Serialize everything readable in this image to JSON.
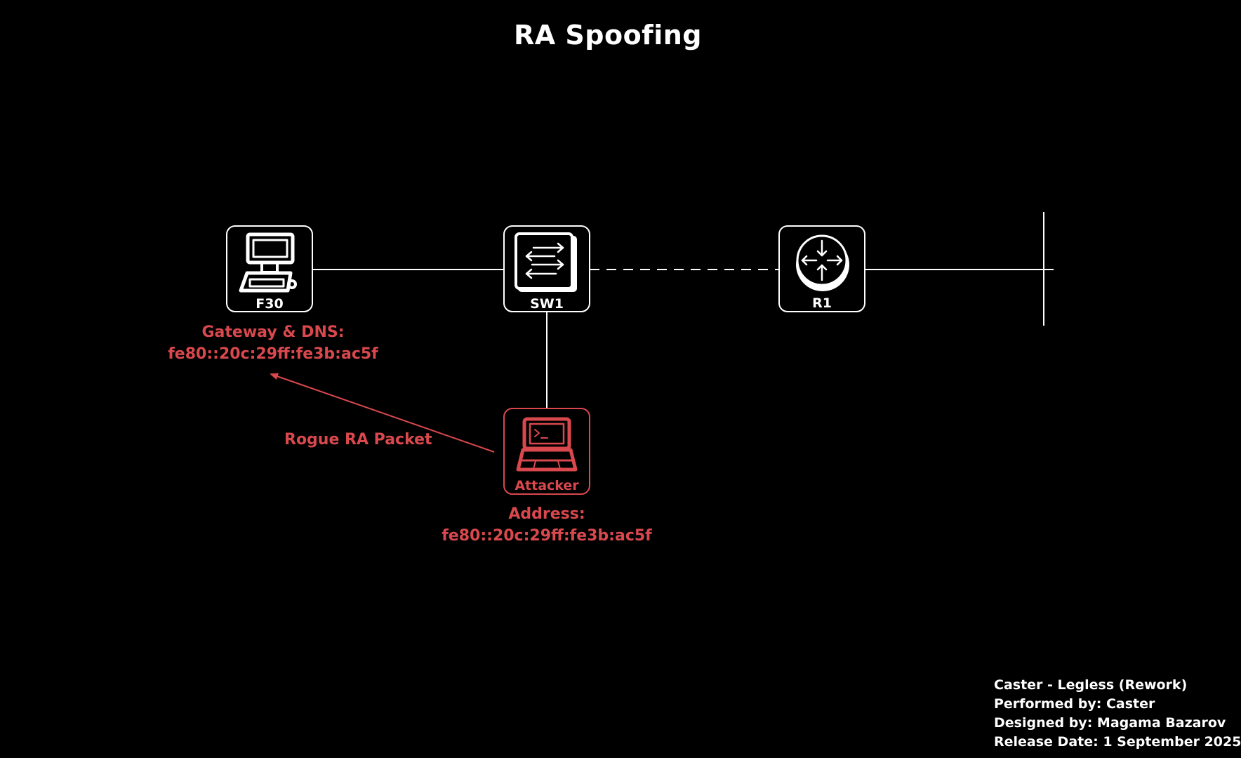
{
  "title": "RA Spoofing",
  "colors": {
    "background": "#000000",
    "foreground": "#ffffff",
    "attacker": "#d9484d"
  },
  "nodes": {
    "f30": {
      "label": "F30",
      "icon": "desktop-computer-icon"
    },
    "sw1": {
      "label": "SW1",
      "icon": "switch-icon"
    },
    "r1": {
      "label": "R1",
      "icon": "router-icon"
    },
    "attacker": {
      "label": "Attacker",
      "icon": "laptop-terminal-icon"
    }
  },
  "annotations": {
    "gateway_line1": "Gateway & DNS:",
    "gateway_line2": "fe80::20c:29ff:fe3b:ac5f",
    "rogue_packet": "Rogue RA Packet",
    "address_line1": "Address:",
    "address_line2": "fe80::20c:29ff:fe3b:ac5f"
  },
  "credits": {
    "line1": "Caster - Legless (Rework)",
    "line2": "Performed by: Caster",
    "line3": "Designed by: Magama Bazarov",
    "line4": "Release Date: 1 September 2025"
  }
}
